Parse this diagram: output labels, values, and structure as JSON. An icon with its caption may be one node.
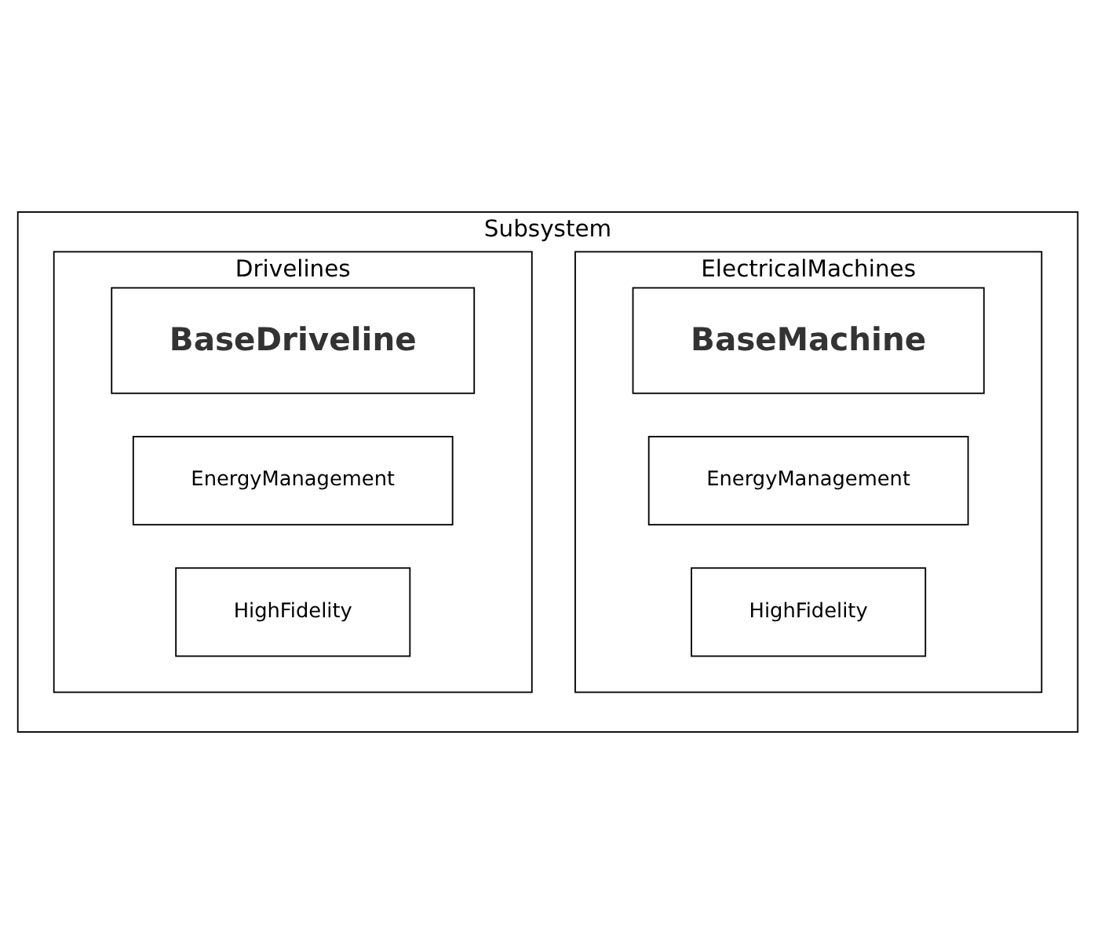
{
  "diagram": {
    "nodes": [
      {
        "text": [
          "Subsystem"
        ]
      },
      {
        "text": [
          "ElectricalMachines"
        ],
        "in": 0
      },
      {
        "text": [
          "BaseMachine"
        ],
        "in": 1
      },
      {
        "text": [
          "EnergyManagement"
        ],
        "in": 1
      },
      {
        "text": [
          "HighFidelity"
        ],
        "in": 1
      },
      {
        "text": [
          "Drivelines"
        ],
        "in": 0
      },
      {
        "text": [
          "BaseDriveline"
        ],
        "in": 5
      },
      {
        "text": [
          "EnergyManagement"
        ],
        "in": 5
      },
      {
        "text": [
          "HighFidelity"
        ],
        "in": 5
      }
    ]
  }
}
